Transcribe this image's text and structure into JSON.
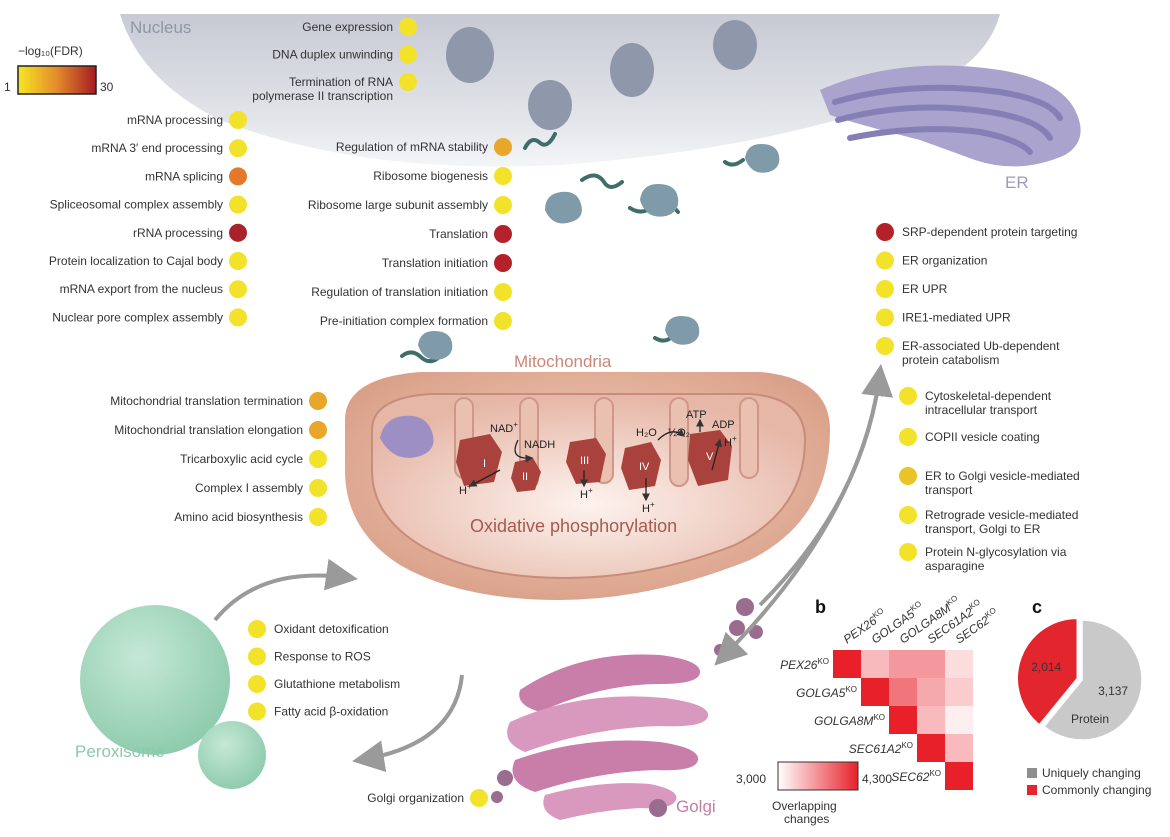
{
  "legend": {
    "title": "−log₁₀(FDR)",
    "min": "1",
    "max": "30",
    "color_low": "#f7e624",
    "color_high": "#a51c22"
  },
  "organelles": {
    "nucleus": "Nucleus",
    "er": "ER",
    "mitochondria": "Mitochondria",
    "peroxisome": "Peroxisome",
    "golgi": "Golgi",
    "oxphos": "Oxidative phosphorylation"
  },
  "terms": {
    "nucleus_left": [
      {
        "label": "mRNA processing",
        "color": "#f3e22a"
      },
      {
        "label": "mRNA 3′ end processing",
        "color": "#f3e22a"
      },
      {
        "label": "mRNA splicing",
        "color": "#e4792a"
      },
      {
        "label": "Spliceosomal complex assembly",
        "color": "#f3e22a"
      },
      {
        "label": "rRNA processing",
        "color": "#a8222a"
      },
      {
        "label": "Protein localization to Cajal body",
        "color": "#f3e22a"
      },
      {
        "label": "mRNA export from the nucleus",
        "color": "#f3e22a"
      },
      {
        "label": "Nuclear pore complex assembly",
        "color": "#f3e22a"
      }
    ],
    "nucleus_top": [
      {
        "label": "Gene expression",
        "color": "#f3e22a"
      },
      {
        "label": "DNA duplex unwinding",
        "color": "#f3e22a"
      },
      {
        "label": "Termination of RNA polymerase II transcription",
        "line1": "Termination of RNA",
        "line2": "polymerase II transcription",
        "color": "#f3e22a"
      }
    ],
    "translation": [
      {
        "label": "Regulation of mRNA stability",
        "color": "#e8a72b"
      },
      {
        "label": "Ribosome biogenesis",
        "color": "#f3e22a"
      },
      {
        "label": "Ribosome large subunit assembly",
        "color": "#f3e22a"
      },
      {
        "label": "Translation",
        "color": "#b3212b"
      },
      {
        "label": "Translation initiation",
        "color": "#b3212b"
      },
      {
        "label": "Regulation of translation initiation",
        "color": "#f3e22a"
      },
      {
        "label": "Pre-initiation complex formation",
        "color": "#f3e22a"
      }
    ],
    "er": [
      {
        "line1": "SRP-dependent protein targeting",
        "line2": "",
        "color": "#b3212b"
      },
      {
        "line1": "ER organization",
        "line2": "",
        "color": "#f3e22a"
      },
      {
        "line1": "ER UPR",
        "line2": "",
        "color": "#f3e22a"
      },
      {
        "line1": "IRE1-mediated UPR",
        "line2": "",
        "color": "#f3e22a"
      },
      {
        "line1": "ER-associated Ub-dependent",
        "line2": "protein catabolism",
        "color": "#f3e22a"
      }
    ],
    "golgi_transport": [
      {
        "line1": "Cytoskeletal-dependent",
        "line2": "intracellular transport",
        "color": "#f3e22a"
      },
      {
        "line1": "COPII vesicle coating",
        "line2": "",
        "color": "#f3e22a"
      },
      {
        "line1": "ER to Golgi vesicle-mediated",
        "line2": "transport",
        "color": "#e9c426"
      },
      {
        "line1": "Retrograde vesicle-mediated",
        "line2": "transport, Golgi to ER",
        "color": "#f3e22a"
      },
      {
        "line1": "Protein N-glycosylation via",
        "line2": "asparagine",
        "color": "#f3e22a"
      }
    ],
    "mitochondria": [
      {
        "label": "Mitochondrial translation termination",
        "color": "#e8a72b"
      },
      {
        "label": "Mitochondrial translation elongation",
        "color": "#e8a72b"
      },
      {
        "label": "Tricarboxylic acid cycle",
        "color": "#f3e22a"
      },
      {
        "label": "Complex I assembly",
        "color": "#f3e22a"
      },
      {
        "label": "Amino acid biosynthesis",
        "color": "#f3e22a"
      }
    ],
    "peroxisome": [
      {
        "label": "Oxidant detoxification",
        "color": "#f3e22a"
      },
      {
        "label": "Response to ROS",
        "color": "#f3e22a"
      },
      {
        "label": "Glutathione metabolism",
        "color": "#f3e22a"
      },
      {
        "label": "Fatty acid β-oxidation",
        "color": "#f3e22a"
      }
    ],
    "golgi": [
      {
        "label": "Golgi organization",
        "color": "#f3e22a"
      }
    ]
  },
  "oxphos_labels": {
    "c1": "I",
    "c2": "II",
    "c3": "III",
    "c4": "IV",
    "c5": "V",
    "nad": "NAD",
    "nad_sup": "+",
    "nadh": "NADH",
    "h2o": "H₂O",
    "half_o2": "½O₂",
    "atp": "ATP",
    "adp": "ADP",
    "h": "H",
    "h_sup": "+"
  },
  "panel_b": {
    "label": "b",
    "ko_sup": "KO",
    "genes": [
      "PEX26",
      "GOLGA5",
      "GOLGA8M",
      "SEC61A2",
      "SEC62"
    ],
    "matrix": [
      [
        null,
        3400,
        3600,
        3600,
        3200
      ],
      [
        null,
        null,
        3800,
        3500,
        3300
      ],
      [
        null,
        null,
        null,
        3400,
        3100
      ],
      [
        null,
        null,
        null,
        null,
        3400
      ],
      [
        null,
        null,
        null,
        null,
        null
      ]
    ],
    "colorbar_min": "3,000",
    "colorbar_max": "4,300",
    "colorbar_min_value": 3000,
    "colorbar_max_value": 4300,
    "colorbar_title_line1": "Overlapping",
    "colorbar_title_line2": "changes",
    "diag_color": "#e8202a",
    "low_color": "#ffffff",
    "high_color": "#e8202a"
  },
  "chart_data": {
    "type": "pie",
    "panel_label": "c",
    "slices": [
      {
        "label": "Commonly changing",
        "value": 2014,
        "value_label": "2,014",
        "color": "#e3262d"
      },
      {
        "label": "Uniquely changing",
        "value": 3137,
        "value_label": "3,137",
        "color": "#c9c9c9"
      }
    ],
    "center_label": "Protein",
    "legend": [
      {
        "label": "Uniquely changing",
        "color": "#8f8f8f"
      },
      {
        "label": "Commonly changing",
        "color": "#e3262d"
      }
    ]
  }
}
